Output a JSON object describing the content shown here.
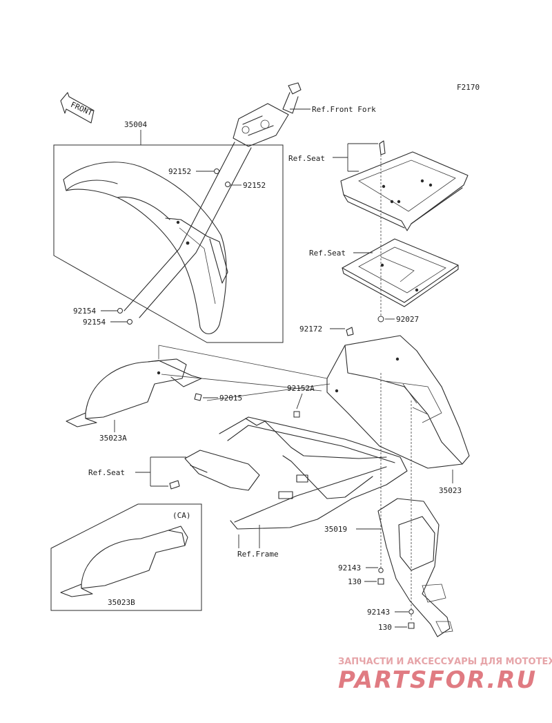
{
  "diagram_id": "F2170",
  "front_indicator": "FRONT",
  "parts": {
    "p35004": "35004",
    "p92152_upper": "92152",
    "p92152_lower": "92152",
    "p92154_upper": "92154",
    "p92154_lower": "92154",
    "p92015": "92015",
    "p35023A": "35023A",
    "p92152A": "92152A",
    "p92172": "92172",
    "p92027": "92027",
    "p35023": "35023",
    "p35019": "35019",
    "p92143_upper": "92143",
    "p130_upper": "130",
    "p92143_lower": "92143",
    "p130_lower": "130",
    "p35023B": "35023B"
  },
  "references": {
    "front_fork": "Ref.Front Fork",
    "seat_upper": "Ref.Seat",
    "seat_middle": "Ref.Seat",
    "seat_left": "Ref.Seat",
    "frame": "Ref.Frame"
  },
  "variant_note": "(CA)",
  "watermark": {
    "tagline": "ЗАПЧАСТИ И АКСЕССУАРЫ ДЛЯ МОТОТЕХНИКИ",
    "brand": "PARTSFOR.RU"
  }
}
